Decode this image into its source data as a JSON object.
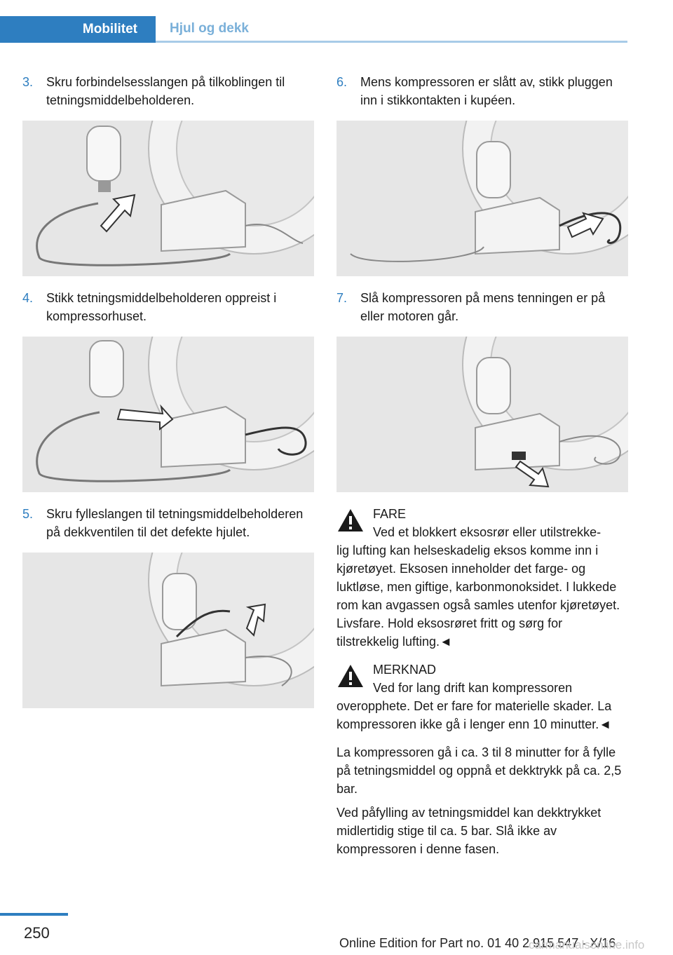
{
  "header": {
    "tab_active": "Mobilitet",
    "tab_inactive": "Hjul og dekk"
  },
  "left_steps": [
    {
      "num": "3.",
      "text": "Skru forbindelsesslangen på tilkoblingen til tetningsmiddelbeholderen."
    },
    {
      "num": "4.",
      "text": "Stikk tetningsmiddelbeholderen oppreist i kompressorhuset."
    },
    {
      "num": "5.",
      "text": "Skru fylleslangen til tetningsmiddelbeholderen på dekkventilen til det defekte hjulet."
    }
  ],
  "right_steps": [
    {
      "num": "6.",
      "text": "Mens kompressoren er slått av, stikk pluggen inn i stikkontakten i kupéen."
    },
    {
      "num": "7.",
      "text": "Slå kompressoren på mens tenningen er på eller motoren går."
    }
  ],
  "warnings": [
    {
      "title": "FARE",
      "first_line": "Ved et blokkert eksosrør eller utilstrekke-",
      "rest": "lig lufting kan helseskadelig eksos komme inn i kjøretøyet. Eksosen inneholder det farge- og luktløse, men giftige, karbonmonoksidet. I lukkede rom kan avgassen også samles utenfor kjøretøyet. Livsfare. Hold eksosrøret fritt og sørg for tilstrekkelig lufting.◄"
    },
    {
      "title": "MERKNAD",
      "first_line": "Ved for lang drift kan kompressoren",
      "rest": "overopphete. Det er fare for materielle skader. La kompressoren ikke gå i lenger enn 10 minutter.◄"
    }
  ],
  "paragraphs": [
    "La kompressoren gå i ca. 3 til 8 minutter for å fylle på tetningsmiddel og oppnå et dekktrykk på ca. 2,5 bar.",
    "Ved påfylling av tetningsmiddel kan dekktrykket midlertidig stige til ca. 5 bar. Slå ikke av kompressoren i denne fasen."
  ],
  "footer": {
    "page_number": "250",
    "edition": "Online Edition for Part no. 01 40 2 915 547 - X/16",
    "watermark": "carmanualsonline.info"
  },
  "colors": {
    "accent": "#2e7ec0",
    "figure_bg": "#e6e6e6"
  }
}
